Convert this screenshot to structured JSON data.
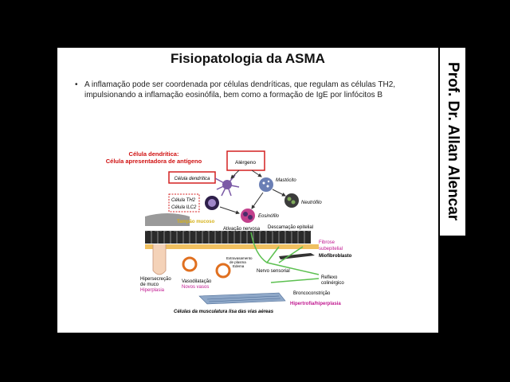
{
  "slide": {
    "title": "Fisiopatologia da ASMA",
    "bullet": "A inflamação pode ser coordenada por células dendríticas, que regulam as células TH2, impulsionando a inflamação eosinófila, bem como a formação de IgE por linfócitos B",
    "bullet_marker": "•"
  },
  "sidebar": {
    "author": "Prof. Dr. Allan Alencar"
  },
  "figure": {
    "dc_heading_1": "Célula dendrítica:",
    "dc_heading_2": "Célula apresentadora de antígeno",
    "alergeno": "Alérgeno",
    "celula_dendritica": "Célula dendrítica",
    "mastocito": "Mastócito",
    "th2": "Célula TH2",
    "ilc2": "Célula ILC2",
    "neutrofilo": "Neutrófilo",
    "eosinofilo": "Eosinófilo",
    "tampao_mucoso": "Tampão mucoso",
    "ativacao_nervosa": "Ativação nervosa",
    "descamacao": "Descamação epitelial",
    "fibrose_1": "Fibrose",
    "fibrose_2": "subepitelial",
    "miofibroblasto": "Miofibroblasto",
    "extravasamento_1": "Extravasamento",
    "extravasamento_2": "de plasma",
    "extravasamento_3": "Edema",
    "nervo_sensorial": "Nervo sensorial",
    "hipersecrecao_1": "Hipersecreção",
    "hipersecrecao_2": "de muco",
    "hiperplasia": "Hiperplasia",
    "vasodilatacao": "Vasodilatação",
    "novos_vasos": "Novos vasos",
    "reflexo_1": "Reflexo",
    "reflexo_2": "colinérgico",
    "broncoconstricao": "Broncoconstrição",
    "hipertrofia": "Hipertrofia/hiperplasia",
    "musculatura": "Células da musculatura lisa das vias aéreas"
  },
  "colors": {
    "background": "#000000",
    "slide": "#ffffff",
    "red_label": "#d01010",
    "magenta_label": "#c0168f",
    "box_red": "#d42020",
    "dc_purple": "#6a4a8a",
    "mucus_yellow": "#d6b21a",
    "nerve_green": "#5cc050",
    "epithelium_dark": "#2a2a2a"
  }
}
